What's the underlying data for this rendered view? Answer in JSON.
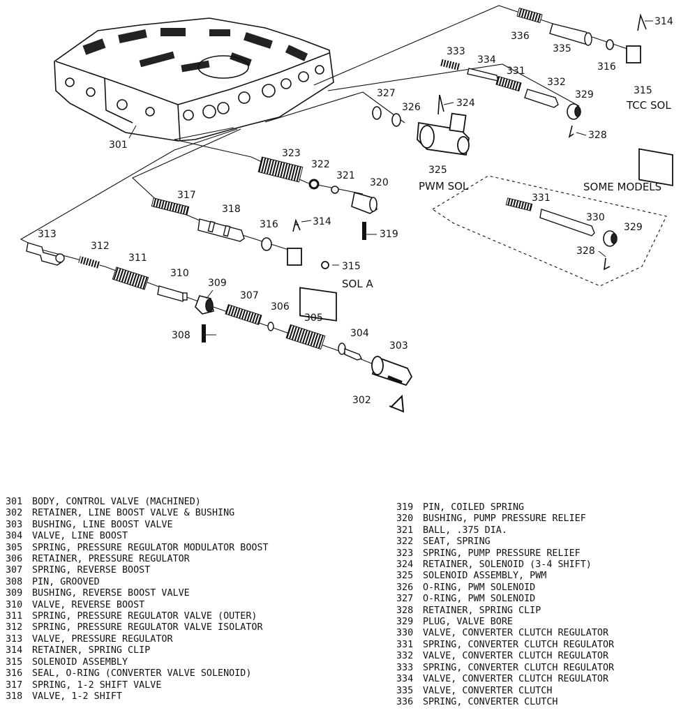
{
  "labels": {
    "p301": "301",
    "p302": "302",
    "p303": "303",
    "p304": "304",
    "p305": "305",
    "p306": "306",
    "p307": "307",
    "p308": "308",
    "p309": "309",
    "p310": "310",
    "p311": "311",
    "p312": "312",
    "p313": "313",
    "p314a": "314",
    "p314b": "314",
    "p315a": "315",
    "p315b": "315",
    "p316a": "316",
    "p316b": "316",
    "p317": "317",
    "p318": "318",
    "p319": "319",
    "p320": "320",
    "p321": "321",
    "p322": "322",
    "p323": "323",
    "p324": "324",
    "p325": "325",
    "p326": "326",
    "p327": "327",
    "p328a": "328",
    "p328b": "328",
    "p329a": "329",
    "p329b": "329",
    "p330": "330",
    "p331a": "331",
    "p331b": "331",
    "p332": "332",
    "p333": "333",
    "p334": "334",
    "p335": "335",
    "p336": "336",
    "pwm_sol": "PWM SOL",
    "sol_a": "SOL A",
    "tcc_sol": "TCC SOL",
    "some_models": "SOME MODELS"
  },
  "legend_left": [
    {
      "num": "301",
      "text": "BODY, CONTROL VALVE (MACHINED)"
    },
    {
      "num": "302",
      "text": "RETAINER, LINE BOOST VALVE & BUSHING"
    },
    {
      "num": "303",
      "text": "BUSHING, LINE BOOST VALVE"
    },
    {
      "num": "304",
      "text": "VALVE, LINE BOOST"
    },
    {
      "num": "305",
      "text": "SPRING, PRESSURE REGULATOR MODULATOR BOOST"
    },
    {
      "num": "306",
      "text": "RETAINER, PRESSURE REGULATOR"
    },
    {
      "num": "307",
      "text": "SPRING, REVERSE BOOST"
    },
    {
      "num": "308",
      "text": "PIN, GROOVED"
    },
    {
      "num": "309",
      "text": "BUSHING, REVERSE BOOST VALVE"
    },
    {
      "num": "310",
      "text": "VALVE, REVERSE BOOST"
    },
    {
      "num": "311",
      "text": "SPRING, PRESSURE REGULATOR VALVE (OUTER)"
    },
    {
      "num": "312",
      "text": "SPRING, PRESSURE REGULATOR VALVE ISOLATOR"
    },
    {
      "num": "313",
      "text": "VALVE, PRESSURE REGULATOR"
    },
    {
      "num": "314",
      "text": "RETAINER, SPRING CLIP"
    },
    {
      "num": "315",
      "text": "SOLENOID ASSEMBLY"
    },
    {
      "num": "316",
      "text": "SEAL, O-RING (CONVERTER VALVE SOLENOID)"
    },
    {
      "num": "317",
      "text": "SPRING, 1-2 SHIFT VALVE"
    },
    {
      "num": "318",
      "text": "VALVE, 1-2 SHIFT"
    }
  ],
  "legend_right": [
    {
      "num": "319",
      "text": "PIN, COILED SPRING"
    },
    {
      "num": "320",
      "text": "BUSHING, PUMP PRESSURE RELIEF"
    },
    {
      "num": "321",
      "text": "BALL, .375 DIA."
    },
    {
      "num": "322",
      "text": "SEAT, SPRING"
    },
    {
      "num": "323",
      "text": "SPRING, PUMP PRESSURE RELIEF"
    },
    {
      "num": "324",
      "text": "RETAINER, SOLENOID (3-4 SHIFT)"
    },
    {
      "num": "325",
      "text": "SOLENOID ASSEMBLY, PWM"
    },
    {
      "num": "326",
      "text": "O-RING, PWM SOLENOID"
    },
    {
      "num": "327",
      "text": "O-RING, PWM SOLENOID"
    },
    {
      "num": "328",
      "text": "RETAINER, SPRING CLIP"
    },
    {
      "num": "329",
      "text": "PLUG, VALVE BORE"
    },
    {
      "num": "330",
      "text": "VALVE, CONVERTER CLUTCH REGULATOR"
    },
    {
      "num": "331",
      "text": "SPRING, CONVERTER CLUTCH REGULATOR"
    },
    {
      "num": "332",
      "text": "VALVE, CONVERTER CLUTCH REGULATOR"
    },
    {
      "num": "333",
      "text": "SPRING, CONVERTER CLUTCH REGULATOR"
    },
    {
      "num": "334",
      "text": "VALVE, CONVERTER CLUTCH REGULATOR"
    },
    {
      "num": "335",
      "text": "VALVE, CONVERTER CLUTCH"
    },
    {
      "num": "336",
      "text": "SPRING, CONVERTER CLUTCH"
    }
  ]
}
